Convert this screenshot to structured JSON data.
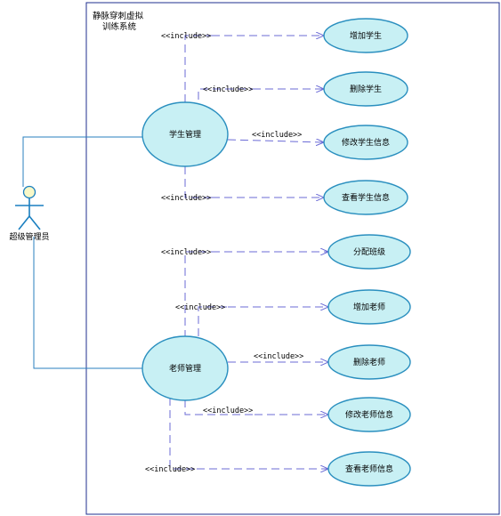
{
  "diagram": {
    "system": {
      "title_line1": "静脉穿刺虚拟",
      "title_line2": "训练系统"
    },
    "actor": {
      "label": "超级管理员"
    },
    "include_label": "<<include>>",
    "primary_use_cases": {
      "student": "学生管理",
      "teacher": "老师管理"
    },
    "student_use_cases": [
      "增加学生",
      "删除学生",
      "修改学生信息",
      "查看学生信息"
    ],
    "teacher_use_cases": [
      "分配班级",
      "增加老师",
      "删除老师",
      "修改老师信息",
      "查看老师信息"
    ],
    "colors": {
      "usecase_fill": "#c8f0f4",
      "usecase_stroke": "#2a8fbf",
      "actor_fill": "#f8f8c8",
      "actor_stroke": "#1a7fc0",
      "association_line": "#2a7fbf",
      "include_line": "#6b6bd6",
      "system_border": "#1f2f8f"
    }
  }
}
